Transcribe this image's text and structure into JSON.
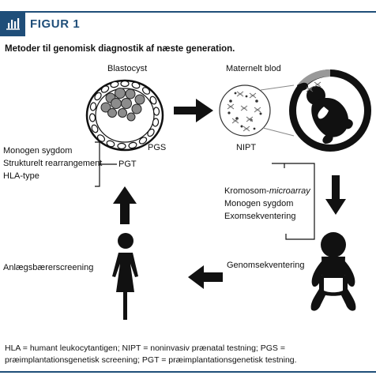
{
  "header": {
    "figure_label": "FIGUR 1",
    "subtitle": "Metoder til genomisk diagnostik af næste generation.",
    "badge_icon": "bar-chart-icon",
    "accent_color": "#1f4e79"
  },
  "diagram": {
    "blastocyst_label": "Blastocyst",
    "maternal_blood_label": "Maternelt blod",
    "pgs_label": "PGS",
    "nipt_label": "NIPT",
    "pgt_label": "PGT",
    "pgt_conditions": [
      "Monogen sygdom",
      "Strukturelt rearrangement",
      "HLA-type"
    ],
    "newborn_tests": {
      "line1": "Kromosom-",
      "line1_italic": "microarray",
      "line2": "Monogen sygdom",
      "line3": "Exomsekventering"
    },
    "genome_sequencing_label": "Genomsekventering",
    "carrier_screening_label": "Anlægsbærerscreening"
  },
  "caption": {
    "text": "HLA = humant leukocytantigen; NIPT = noninvasiv prænatal testning; PGS = præimplantationsgenetisk screening; PGT = præimplantationsgenetisk testning."
  }
}
